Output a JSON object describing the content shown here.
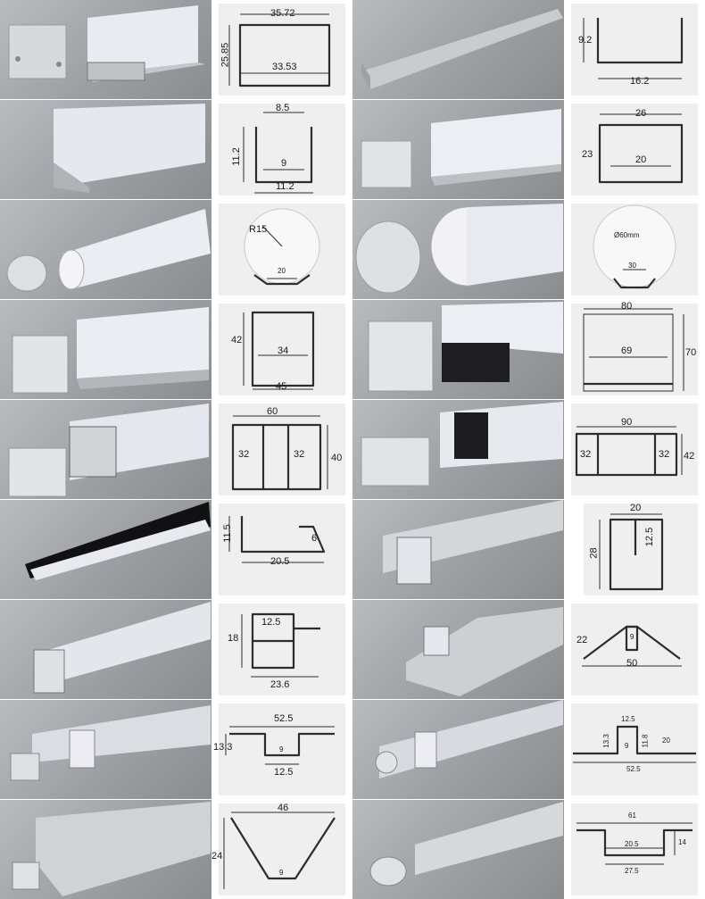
{
  "rows": [
    {
      "a": {
        "dims": [
          "35.72",
          "25.85",
          "33.53"
        ]
      },
      "b": {
        "dims": [
          "9.2",
          "16.2"
        ]
      }
    },
    {
      "a": {
        "dims": [
          "8.5",
          "11.2",
          "9",
          "11.2"
        ]
      },
      "b": {
        "dims": [
          "26",
          "23",
          "20"
        ]
      }
    },
    {
      "a": {
        "dims": [
          "R15",
          "20"
        ]
      },
      "b": {
        "dims": [
          "Ø60mm",
          "30"
        ]
      }
    },
    {
      "a": {
        "dims": [
          "42",
          "34",
          "45"
        ]
      },
      "b": {
        "dims": [
          "80",
          "69",
          "70"
        ]
      }
    },
    {
      "a": {
        "dims": [
          "60",
          "32",
          "32",
          "40"
        ]
      },
      "b": {
        "dims": [
          "90",
          "32",
          "32",
          "42"
        ]
      }
    },
    {
      "a": {
        "dims": [
          "11.5",
          "6",
          "20.5"
        ]
      },
      "b": {
        "dims": [
          "20",
          "28",
          "12.5"
        ]
      }
    },
    {
      "a": {
        "dims": [
          "12.5",
          "18",
          "23.6"
        ]
      },
      "b": {
        "dims": [
          "22",
          "9",
          "50"
        ]
      }
    },
    {
      "a": {
        "dims": [
          "52.5",
          "13.3",
          "9",
          "12.5"
        ]
      },
      "b": {
        "dims": [
          "12.5",
          "13.3",
          "9",
          "11.8",
          "20",
          "52.5"
        ]
      }
    },
    {
      "a": {
        "dims": [
          "46",
          "24",
          "9"
        ]
      },
      "b": {
        "dims": [
          "61",
          "20.5",
          "14",
          "27.5"
        ]
      }
    }
  ]
}
